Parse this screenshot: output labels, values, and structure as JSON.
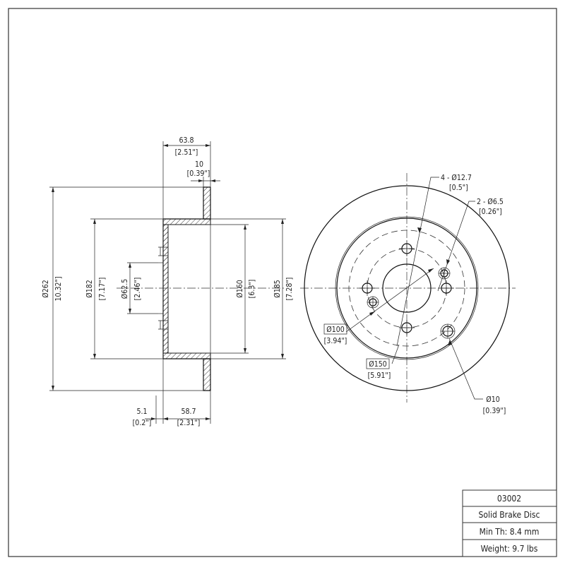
{
  "title_block": {
    "part_number": "03002",
    "description": "Solid Brake Disc",
    "min_thickness": "Min Th: 8.4 mm",
    "weight": "Weight: 9.7 lbs"
  },
  "side_view": {
    "overall_height": "63.8",
    "overall_height_in": "[2.51\"]",
    "disc_thickness": "10",
    "disc_thickness_in": "[0.39\"]",
    "outer_diameter": "Ø262",
    "outer_diameter_in": "10.32\"]",
    "hat_diameter": "Ø182",
    "hat_diameter_in": "[7.17\"]",
    "bore_diameter": "Ø62.5",
    "bore_diameter_in": "[2.46\"]",
    "drum_diameter": "Ø160",
    "drum_diameter_in": "[6.3\"]",
    "friction_inner_diameter": "Ø185",
    "friction_inner_diameter_in": "[7.28\"]",
    "offset": "5.1",
    "offset_in": "[0.2\"]",
    "hat_depth": "58.7",
    "hat_depth_in": "[2.31\"]"
  },
  "front_view": {
    "lug_holes": "4 - Ø12.7",
    "lug_holes_in": "[0.5\"]",
    "pin_holes": "2 - Ø6.5",
    "pin_holes_in": "[0.26\"]",
    "bolt_circle": "Ø100",
    "bolt_circle_in": "[3.94\"]",
    "inner_circle": "Ø150",
    "inner_circle_in": "[5.91\"]",
    "small_hole": "Ø10",
    "small_hole_in": "[0.39\"]"
  }
}
